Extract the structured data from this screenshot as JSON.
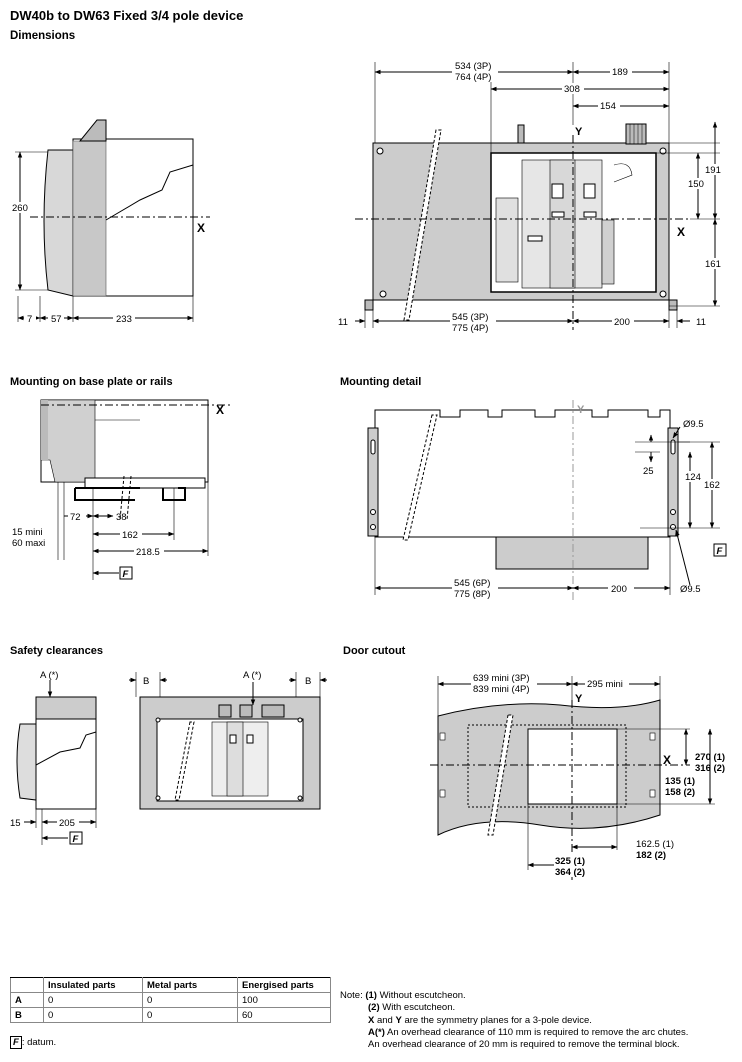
{
  "title": "DW40b to DW63 Fixed 3/4 pole device",
  "subtitle": "Dimensions",
  "sections": {
    "mounting_base": "Mounting on base plate or rails",
    "mounting_detail": "Mounting detail",
    "safety": "Safety clearances",
    "door": "Door cutout"
  },
  "axes": {
    "x": "X",
    "y": "Y"
  },
  "dims": {
    "side_260": "260",
    "side_7": "7",
    "side_57": "57",
    "side_233": "233",
    "front_534": "534 (3P)",
    "front_764": "764 (4P)",
    "front_189": "189",
    "front_308": "308",
    "front_154": "154",
    "front_191": "191",
    "front_150": "150",
    "front_161": "161",
    "front_11a": "11",
    "front_545": "545 (3P)",
    "front_775": "775 (4P)",
    "front_200": "200",
    "front_11b": "11",
    "mb_72": "72",
    "mb_38": "38",
    "mb_162": "162",
    "mb_2185": "218.5",
    "mb_15": "15 mini",
    "mb_60": "60 maxi",
    "md_95a": "Ø9.5",
    "md_25": "25",
    "md_124": "124",
    "md_162": "162",
    "md_545": "545 (6P)",
    "md_775": "775 (8P)",
    "md_200": "200",
    "md_95b": "Ø9.5",
    "sc_a": "A (*)",
    "sc_15": "15",
    "sc_205": "205",
    "sc_b": "B",
    "dc_639": "639 mini (3P)",
    "dc_839": "839 mini (4P)",
    "dc_295": "295 mini",
    "dc_270": "270 (1)",
    "dc_316": "316 (2)",
    "dc_135": "135 (1)",
    "dc_158": "158 (2)",
    "dc_1625": "162.5 (1)",
    "dc_182": "182 (2)",
    "dc_325": "325 (1)",
    "dc_364": "364 (2)"
  },
  "datum_letter": "F",
  "table": {
    "headers": [
      "",
      "Insulated parts",
      "Metal parts",
      "Energised parts"
    ],
    "rows": [
      {
        "label": "A",
        "insulated": "0",
        "metal": "0",
        "energised": "100"
      },
      {
        "label": "B",
        "insulated": "0",
        "metal": "0",
        "energised": "60"
      }
    ]
  },
  "legend": {
    "letter": "F",
    "text": ": datum."
  },
  "notes": {
    "prefix": "Note:",
    "n1_key": "(1)",
    "n1_text": "Without escutcheon.",
    "n2_key": "(2)",
    "n2_text": "With escutcheon.",
    "n3_key": "X",
    "n3_mid": "and",
    "n3_key2": "Y",
    "n3_text": "are the symmetry planes for a 3-pole device.",
    "n4_key": "A(*)",
    "n4_text": "An overhead clearance of 110 mm is required to remove the arc chutes.",
    "n5_text": "An overhead clearance of 20 mm is required to remove the terminal block."
  }
}
